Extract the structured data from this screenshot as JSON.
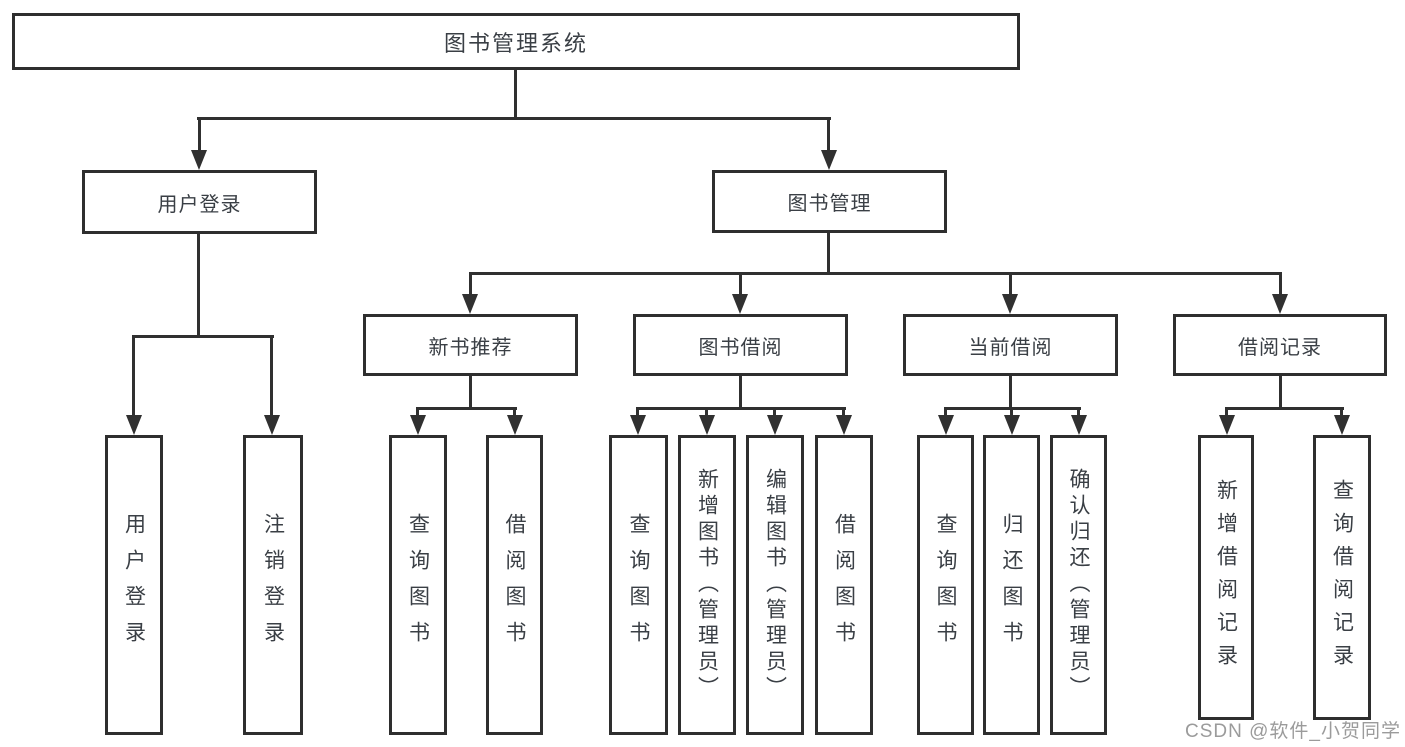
{
  "diagram": {
    "type": "hierarchy-tree",
    "title": "图书管理系统"
  },
  "nodes": {
    "root": {
      "label": "图书管理系统"
    },
    "level2": [
      {
        "id": "user-login",
        "label": "用户登录"
      },
      {
        "id": "book-management",
        "label": "图书管理"
      }
    ],
    "level3": [
      {
        "id": "new-book-recommend",
        "label": "新书推荐",
        "parent": "book-management"
      },
      {
        "id": "book-borrow",
        "label": "图书借阅",
        "parent": "book-management"
      },
      {
        "id": "current-borrow",
        "label": "当前借阅",
        "parent": "book-management"
      },
      {
        "id": "borrow-records",
        "label": "借阅记录",
        "parent": "book-management"
      }
    ],
    "leaves": [
      {
        "id": "leaf-user-login",
        "label": "用户登录",
        "parent": "user-login"
      },
      {
        "id": "leaf-logout",
        "label": "注销登录",
        "parent": "user-login"
      },
      {
        "id": "leaf-query-book-1",
        "label": "查询图书",
        "parent": "new-book-recommend"
      },
      {
        "id": "leaf-borrow-book-1",
        "label": "借阅图书",
        "parent": "new-book-recommend"
      },
      {
        "id": "leaf-query-book-2",
        "label": "查询图书",
        "parent": "book-borrow"
      },
      {
        "id": "leaf-add-book",
        "label": "新增图书（管理员）",
        "parent": "book-borrow"
      },
      {
        "id": "leaf-edit-book",
        "label": "编辑图书（管理员）",
        "parent": "book-borrow"
      },
      {
        "id": "leaf-borrow-book-2",
        "label": "借阅图书",
        "parent": "book-borrow"
      },
      {
        "id": "leaf-query-book-3",
        "label": "查询图书",
        "parent": "current-borrow"
      },
      {
        "id": "leaf-return-book",
        "label": "归还图书",
        "parent": "current-borrow"
      },
      {
        "id": "leaf-confirm-return",
        "label": "确认归还（管理员）",
        "parent": "current-borrow"
      },
      {
        "id": "leaf-add-record",
        "label": "新增借阅记录",
        "parent": "borrow-records"
      },
      {
        "id": "leaf-query-record",
        "label": "查询借阅记录",
        "parent": "borrow-records"
      }
    ]
  },
  "watermark": "CSDN @软件_小贺同学",
  "colors": {
    "background": "#ffffff",
    "line": "#303030",
    "box_border": "#2e2e2e",
    "text": "#3a3f45",
    "watermark_text": "#9b9b9b"
  }
}
